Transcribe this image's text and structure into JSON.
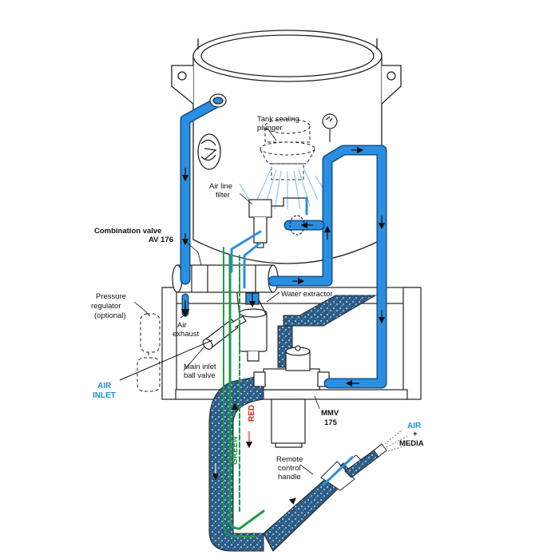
{
  "labels": {
    "tank_sealing_plunger_1": "Tank sealing",
    "tank_sealing_plunger_2": "plunger",
    "air_line_filter_1": "Air line",
    "air_line_filter_2": "filter",
    "combination_valve_1": "Combination valve",
    "combination_valve_2": "AV 176",
    "water_extractor": "Water extractor",
    "pressure_regulator_1": "Pressure",
    "pressure_regulator_2": "regulator",
    "pressure_regulator_3": "(optional)",
    "air_exhaust_1": "Air",
    "air_exhaust_2": "exhaust",
    "main_inlet_ball_valve_1": "Main inlet",
    "main_inlet_ball_valve_2": "ball valve",
    "air_inlet_1": "AIR",
    "air_inlet_2": "INLET",
    "mmv_1": "MMV",
    "mmv_2": "175",
    "green": "GREEN",
    "red": "RED",
    "remote_control_handle_1": "Remote",
    "remote_control_handle_2": "control",
    "remote_control_handle_3": "handle",
    "air_media_1": "AIR",
    "air_media_2": "+",
    "air_media_3": "MEDIA"
  },
  "colors": {
    "air_line": "#2a8fe0",
    "air_line_dark": "#124f8a",
    "media": "#2c5d86",
    "green_line": "#1f9a4a",
    "red_line": "#e0241b",
    "structure": "#222222"
  }
}
